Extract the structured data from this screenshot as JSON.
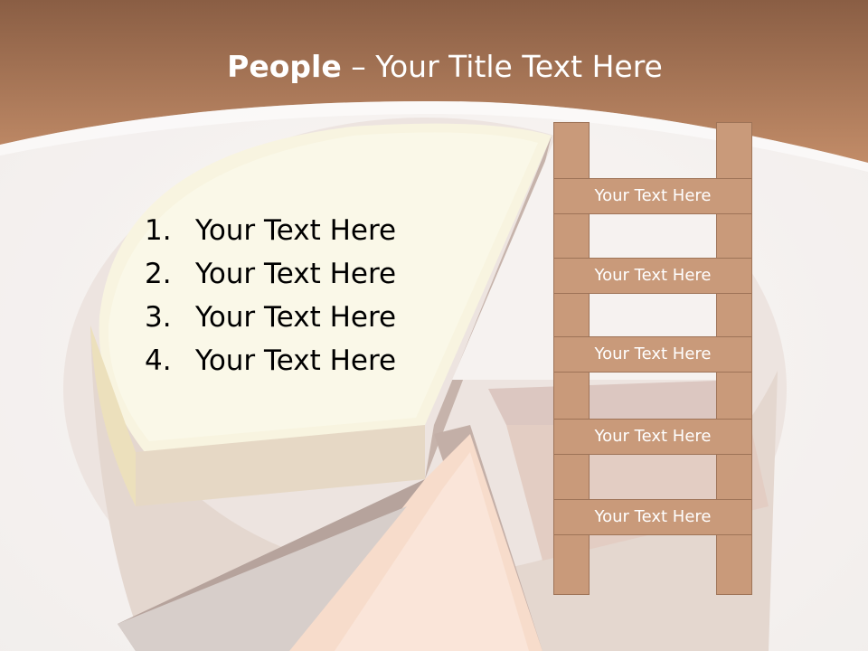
{
  "slide": {
    "title_bold": "People",
    "title_rest": " – Your Title Text Here",
    "bullets": [
      {
        "num": "1.",
        "text": "Your Text Here"
      },
      {
        "num": "2.",
        "text": "Your Text Here"
      },
      {
        "num": "3.",
        "text": "Your Text Here"
      },
      {
        "num": "4.",
        "text": "Your Text Here"
      }
    ],
    "ladder_rungs": [
      "Your Text Here",
      "Your Text Here",
      "Your Text Here",
      "Your Text Here",
      "Your Text Here"
    ]
  },
  "colors": {
    "header_band": "#b98866",
    "ladder_fill": "#c99a7a",
    "ladder_border": "#9e7357",
    "text_dark": "#000000",
    "text_light": "#ffffff"
  }
}
